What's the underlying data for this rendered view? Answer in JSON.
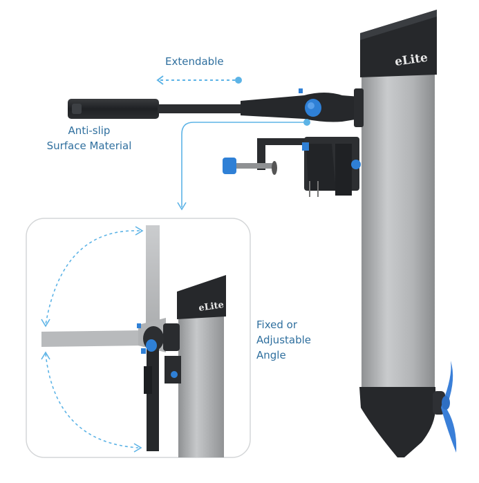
{
  "brand": {
    "logo_text": "eLite"
  },
  "labels": {
    "extendable": "Extendable",
    "anti_slip_line1": "Anti-slip",
    "anti_slip_line2": "Surface Material",
    "angle_line1": "Fixed or",
    "angle_line2": "Adjustable",
    "angle_line3": "Angle"
  },
  "colors": {
    "accent_blue": "#2f80d6",
    "label_blue": "#2f6f9e",
    "dash_blue": "#5cb3e6",
    "motor_gray": "#a9abad",
    "motor_dark": "#2a2c2f",
    "propeller_blue": "#3a7fd8"
  }
}
